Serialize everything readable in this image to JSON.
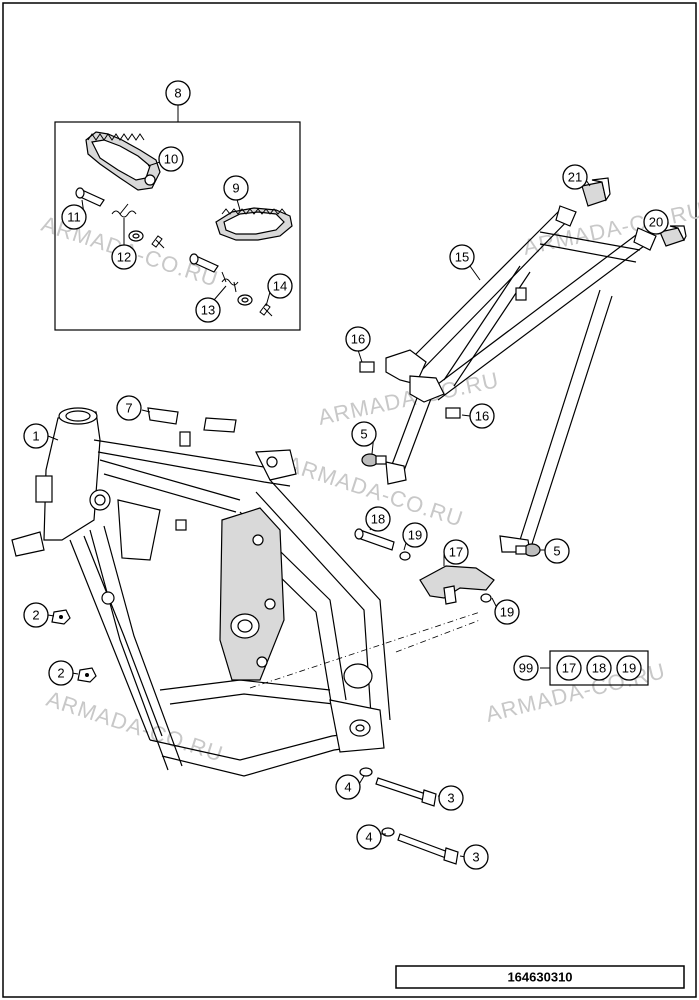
{
  "callouts": {
    "c1": "1",
    "c2a": "2",
    "c2b": "2",
    "c3a": "3",
    "c3b": "3",
    "c4a": "4",
    "c4b": "4",
    "c5a": "5",
    "c5b": "5",
    "c7": "7",
    "c8": "8",
    "c9": "9",
    "c10": "10",
    "c11": "11",
    "c12": "12",
    "c13": "13",
    "c14": "14",
    "c15": "15",
    "c16a": "16",
    "c16b": "16",
    "c17": "17",
    "c18": "18",
    "c19a": "19",
    "c19b": "19",
    "c20": "20",
    "c21": "21",
    "c99": "99",
    "kit17": "17",
    "kit18": "18",
    "kit19": "19"
  },
  "watermarks": {
    "w1": "ARMADA-CO.RU",
    "w2": "ARMADA-CO.RU",
    "w3": "ARMADA-CO.RU",
    "w4": "ARMADA-CO.RU",
    "w5": "ARMADA-CO.RU",
    "w6": "ARMADA-CO.RU"
  },
  "drawing_number": "164630310"
}
